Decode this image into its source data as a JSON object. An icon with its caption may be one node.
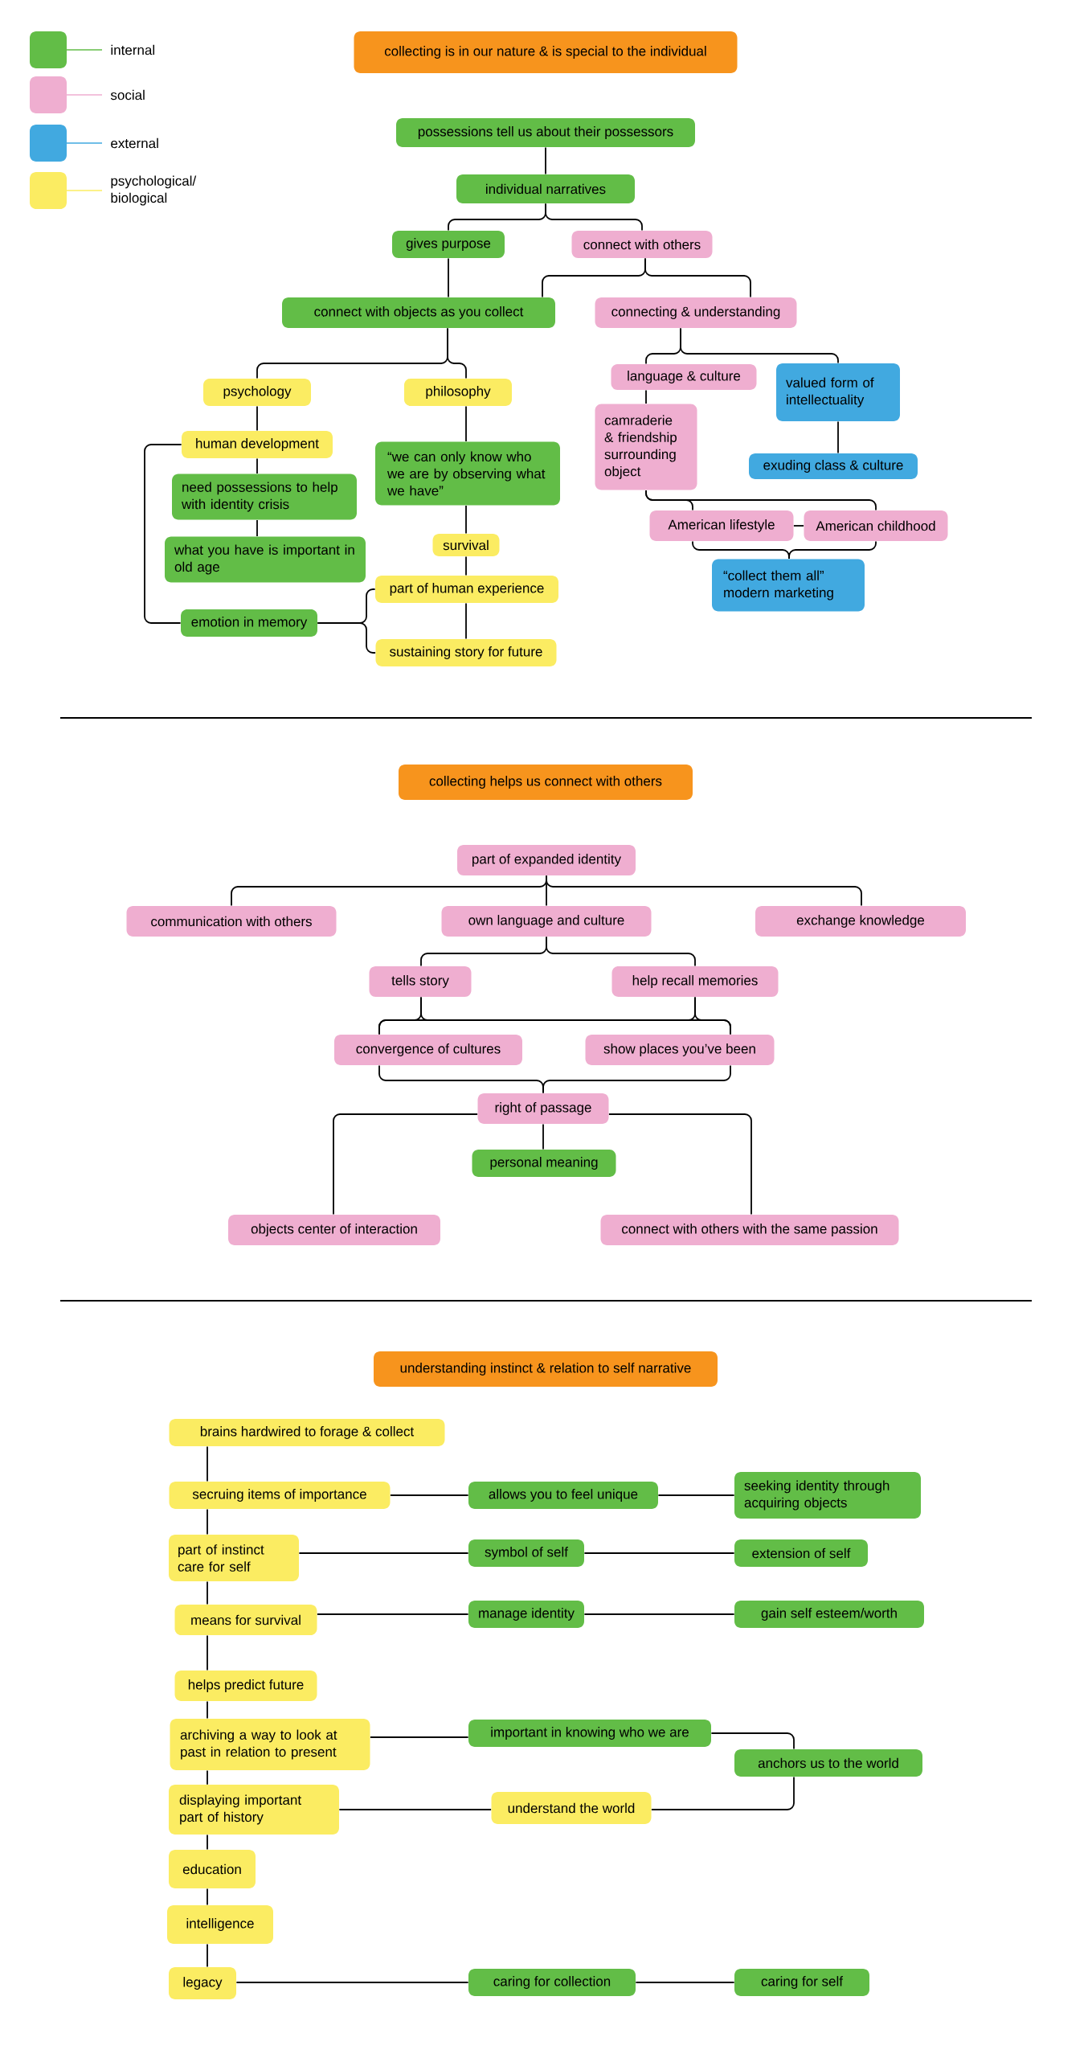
{
  "diagram": {
    "nodes": [
      {
        "text": [
          "collecting is in our nature & is special to the individual"
        ]
      },
      {
        "text": [
          "possessions tell us about their possessors"
        ]
      },
      {
        "text": [
          "individual narratives"
        ]
      },
      {
        "text": [
          "gives purpose"
        ]
      },
      {
        "text": [
          "connect with others"
        ]
      },
      {
        "text": [
          "connect with objects as you collect"
        ]
      },
      {
        "text": [
          "connecting & understanding"
        ]
      },
      {
        "text": [
          "psychology"
        ]
      },
      {
        "text": [
          "philosophy"
        ]
      },
      {
        "text": [
          "human development"
        ]
      },
      {
        "text": [
          "need possessions to help with identity crisis"
        ]
      },
      {
        "text": [
          "what you have is important in old age"
        ]
      },
      {
        "text": [
          "emotion in memory"
        ]
      },
      {
        "text": [
          "“we can only know who we are by observing what we have”"
        ]
      },
      {
        "text": [
          "survival"
        ]
      },
      {
        "text": [
          "part of human experience"
        ]
      },
      {
        "text": [
          "sustaining story for future"
        ]
      },
      {
        "text": [
          "language & culture"
        ]
      },
      {
        "text": [
          "valued form of intellectuality"
        ]
      },
      {
        "text": [
          "camraderie & friendship surrounding object"
        ]
      },
      {
        "text": [
          "exuding class & culture"
        ]
      },
      {
        "text": [
          "American lifestyle"
        ]
      },
      {
        "text": [
          "American childhood"
        ]
      },
      {
        "text": [
          "“collect them all” modern marketing"
        ]
      },
      {
        "text": [
          "collecting helps us connect with others"
        ]
      },
      {
        "text": [
          "part of expanded identity"
        ]
      },
      {
        "text": [
          "communication with others"
        ]
      },
      {
        "text": [
          "own language and culture"
        ]
      },
      {
        "text": [
          "exchange knowledge"
        ]
      },
      {
        "text": [
          "tells story"
        ]
      },
      {
        "text": [
          "help recall memories"
        ]
      },
      {
        "text": [
          "convergence of cultures"
        ]
      },
      {
        "text": [
          "show places you’ve been"
        ]
      },
      {
        "text": [
          "right of passage"
        ]
      },
      {
        "text": [
          "personal meaning"
        ]
      },
      {
        "text": [
          "objects center of interaction"
        ]
      },
      {
        "text": [
          "connect with others with the same passion"
        ]
      },
      {
        "text": [
          "understanding instinct & relation to self narrative"
        ]
      },
      {
        "text": [
          "brains hardwired to forage & collect"
        ]
      },
      {
        "text": [
          "secruing items of importance"
        ]
      },
      {
        "text": [
          "part of instinct care for self"
        ]
      },
      {
        "text": [
          "means for survival"
        ]
      },
      {
        "text": [
          "helps predict future"
        ]
      },
      {
        "text": [
          "archiving a way to look at past in relation to present"
        ]
      },
      {
        "text": [
          "displaying important part of history"
        ]
      },
      {
        "text": [
          "education"
        ]
      },
      {
        "text": [
          "intelligence"
        ]
      },
      {
        "text": [
          "legacy"
        ]
      },
      {
        "text": [
          "allows you to feel unique"
        ]
      },
      {
        "text": [
          "symbol of self"
        ]
      },
      {
        "text": [
          "manage identity"
        ]
      },
      {
        "text": [
          "important in knowing who we are"
        ]
      },
      {
        "text": [
          "understand the world"
        ]
      },
      {
        "text": [
          "caring for collection"
        ]
      },
      {
        "text": [
          "seeking identity through acquiring objects"
        ]
      },
      {
        "text": [
          "extension of self"
        ]
      },
      {
        "text": [
          "gain self esteem/worth"
        ]
      },
      {
        "text": [
          "anchors us to the world"
        ]
      },
      {
        "text": [
          "caring for self"
        ]
      }
    ],
    "edges": [
      {
        "from": 1,
        "to": 2,
        "arrow": "none"
      },
      {
        "from": 2,
        "to": 3,
        "arrow": "none"
      },
      {
        "from": 2,
        "to": 4,
        "arrow": "none"
      },
      {
        "from": 3,
        "to": 5,
        "arrow": "none"
      },
      {
        "from": 4,
        "to": 5,
        "arrow": "none"
      },
      {
        "from": 4,
        "to": 6,
        "arrow": "none"
      },
      {
        "from": 5,
        "to": 7,
        "arrow": "none"
      },
      {
        "from": 5,
        "to": 8,
        "arrow": "none"
      },
      {
        "from": 7,
        "to": 9,
        "arrow": "none"
      },
      {
        "from": 9,
        "to": 10,
        "arrow": "none"
      },
      {
        "from": 10,
        "to": 11,
        "arrow": "none"
      },
      {
        "from": 9,
        "to": 12,
        "arrow": "none"
      },
      {
        "from": 8,
        "to": 13,
        "arrow": "none"
      },
      {
        "from": 13,
        "to": 14,
        "arrow": "none"
      },
      {
        "from": 14,
        "to": 15,
        "arrow": "none"
      },
      {
        "from": 15,
        "to": 16,
        "arrow": "none"
      },
      {
        "from": 12,
        "to": 15,
        "arrow": "none"
      },
      {
        "from": 12,
        "to": 16,
        "arrow": "none"
      },
      {
        "from": 6,
        "to": 17,
        "arrow": "none"
      },
      {
        "from": 6,
        "to": 18,
        "arrow": "none"
      },
      {
        "from": 17,
        "to": 19,
        "arrow": "none"
      },
      {
        "from": 18,
        "to": 20,
        "arrow": "none"
      },
      {
        "from": 19,
        "to": 21,
        "arrow": "none"
      },
      {
        "from": 19,
        "to": 22,
        "arrow": "none"
      },
      {
        "from": 21,
        "to": 22,
        "arrow": "none"
      },
      {
        "from": 21,
        "to": 23,
        "arrow": "none"
      },
      {
        "from": 22,
        "to": 23,
        "arrow": "none"
      },
      {
        "from": 25,
        "to": 26,
        "arrow": "none"
      },
      {
        "from": 25,
        "to": 27,
        "arrow": "none"
      },
      {
        "from": 25,
        "to": 28,
        "arrow": "none"
      },
      {
        "from": 27,
        "to": 29,
        "arrow": "none"
      },
      {
        "from": 27,
        "to": 30,
        "arrow": "none"
      },
      {
        "from": 29,
        "to": 31,
        "arrow": "none"
      },
      {
        "from": 29,
        "to": 32,
        "arrow": "none"
      },
      {
        "from": 30,
        "to": 31,
        "arrow": "none"
      },
      {
        "from": 30,
        "to": 32,
        "arrow": "none"
      },
      {
        "from": 31,
        "to": 33,
        "arrow": "none"
      },
      {
        "from": 32,
        "to": 33,
        "arrow": "none"
      },
      {
        "from": 33,
        "to": 34,
        "arrow": "none"
      },
      {
        "from": 33,
        "to": 35,
        "arrow": "none"
      },
      {
        "from": 33,
        "to": 36,
        "arrow": "none"
      },
      {
        "from": 38,
        "to": 39,
        "arrow": "none"
      },
      {
        "from": 39,
        "to": 40,
        "arrow": "none"
      },
      {
        "from": 40,
        "to": 41,
        "arrow": "none"
      },
      {
        "from": 41,
        "to": 42,
        "arrow": "none"
      },
      {
        "from": 42,
        "to": 43,
        "arrow": "none"
      },
      {
        "from": 43,
        "to": 44,
        "arrow": "none"
      },
      {
        "from": 44,
        "to": 45,
        "arrow": "none"
      },
      {
        "from": 45,
        "to": 46,
        "arrow": "none"
      },
      {
        "from": 46,
        "to": 47,
        "arrow": "none"
      },
      {
        "from": 39,
        "to": 48,
        "arrow": "none"
      },
      {
        "from": 48,
        "to": 54,
        "arrow": "none"
      },
      {
        "from": 40,
        "to": 49,
        "arrow": "none"
      },
      {
        "from": 49,
        "to": 55,
        "arrow": "none"
      },
      {
        "from": 41,
        "to": 50,
        "arrow": "none"
      },
      {
        "from": 50,
        "to": 56,
        "arrow": "none"
      },
      {
        "from": 43,
        "to": 51,
        "arrow": "none"
      },
      {
        "from": 51,
        "to": 57,
        "arrow": "none"
      },
      {
        "from": 44,
        "to": 52,
        "arrow": "none"
      },
      {
        "from": 52,
        "to": 57,
        "arrow": "none"
      },
      {
        "from": 47,
        "to": 53,
        "arrow": "none"
      },
      {
        "from": 53,
        "to": 58,
        "arrow": "none"
      }
    ],
    "legend": [
      {
        "text": "internal",
        "color": "#62bd47"
      },
      {
        "text": "social",
        "color": "#efaed0"
      },
      {
        "text": "external",
        "color": "#41a9e0"
      },
      {
        "text": "psychological/ biological",
        "color": "#fbec62"
      }
    ]
  }
}
